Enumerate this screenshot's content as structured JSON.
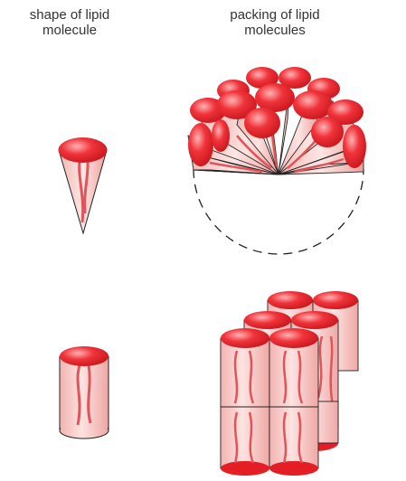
{
  "headings": {
    "shape": [
      "shape of lipid",
      "molecule"
    ],
    "packing": [
      "packing of lipid",
      "molecules"
    ]
  },
  "colors": {
    "head": "#e51e25",
    "head_highlight": "#ff8f8f",
    "body": "#f6c9c6",
    "tail": "#e0545a",
    "outline": "#222222"
  },
  "panels": [
    {
      "row": "top",
      "molecule": "cone",
      "packing": "micelle (hemisphere of cones, dashed lower half)"
    },
    {
      "row": "bottom",
      "molecule": "cylinder",
      "packing": "bilayer (stacked cylinders)"
    }
  ]
}
